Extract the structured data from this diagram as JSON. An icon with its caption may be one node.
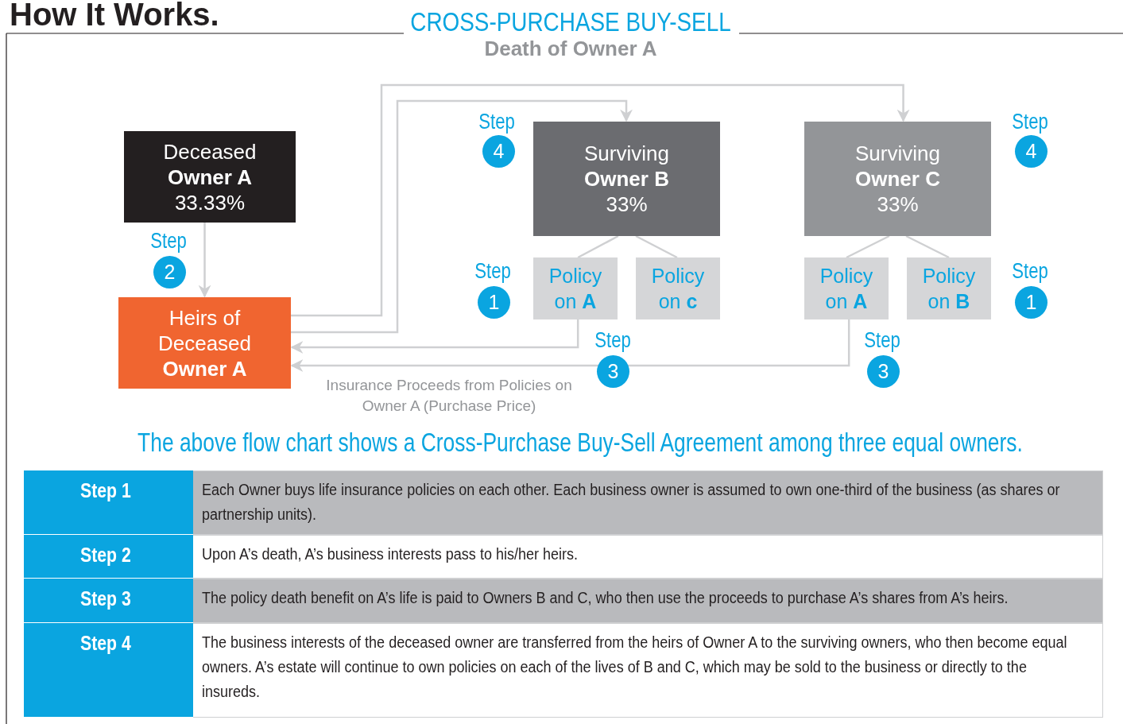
{
  "diagram": {
    "title": "CROSS-PURCHASE BUY-SELL",
    "caption": "The above flow chart shows a Cross-Purchase Buy-Sell Agreement among three equal owners.",
    "nodes": [
      {
        "text": [
          "Deceased",
          "Owner A",
          "33.33%"
        ]
      },
      {
        "text": [
          "Heirs of Deceased",
          "Owner A"
        ]
      },
      {
        "text": [
          "Surviving",
          "Owner B",
          "33%"
        ]
      },
      {
        "text": [
          "Surviving",
          "Owner C",
          "33%"
        ]
      },
      {
        "text": [
          "Policy on **A**"
        ]
      },
      {
        "text": [
          "Policy on **c**"
        ]
      },
      {
        "text": [
          "Policy on **A**"
        ]
      },
      {
        "text": [
          "Policy on **B**"
        ]
      }
    ],
    "edges": [
      {
        "from": 0,
        "to": 1,
        "arrow": "to"
      },
      {
        "from": 1,
        "to": 2,
        "arrow": "to"
      },
      {
        "from": 1,
        "to": 3,
        "arrow": "to"
      },
      {
        "from": 4,
        "to": 1,
        "arrow": "to"
      },
      {
        "from": 6,
        "to": 1,
        "arrow": "to"
      },
      {
        "from": 2,
        "to": 4,
        "arrow": "none"
      },
      {
        "from": 2,
        "to": 5,
        "arrow": "none"
      },
      {
        "from": 3,
        "to": 6,
        "arrow": "none"
      },
      {
        "from": 3,
        "to": 7,
        "arrow": "none"
      }
    ],
    "labels": [
      "How It Works.",
      "Death of Owner A",
      "Step",
      "4",
      "Step",
      "4",
      "Step",
      "2",
      "Step",
      "1",
      "Step",
      "1",
      "Step",
      "3",
      "Step",
      "3",
      "Insurance Proceeds from Policies on Owner A (Purchase Price)",
      "Step 1",
      "Each Owner buys life insurance policies on each other. Each business owner is assumed to own one-third of the business (as shares or partnership units).",
      "Step 2",
      "Upon A’s death, A’s business interests pass to his/her heirs.",
      "Step 3",
      "The policy death benefit on A’s life is paid to Owners B and C, who then use the proceeds to purchase A’s shares from A’s heirs.",
      "Step 4",
      "The business interests of the deceased owner are transferred from the heirs of Owner A to the surviving owners, who then become equal owners. A’s estate will continue to own policies on each of the lives of B and C, which may be sold to the business or directly to the insureds."
    ]
  }
}
